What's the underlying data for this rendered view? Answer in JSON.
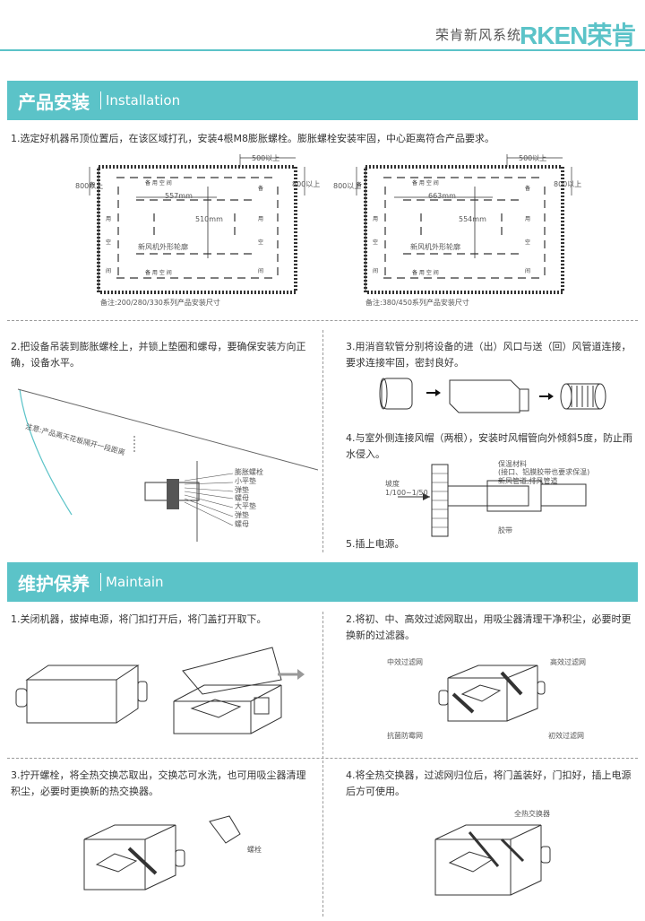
{
  "header": {
    "brand_text": "荣肯新风系统",
    "logo": "RKEN荣肯"
  },
  "installation": {
    "title_cn": "产品安装",
    "title_en": "Installation",
    "step1": "1.选定好机器吊顶位置后，在该区域打孔，安装4根M8膨胀螺栓。膨胀螺栓安装牢固，中心距离符合产品要求。",
    "diagram_left": {
      "label_top": "500以上",
      "label_side_l": "800以上",
      "label_side_r": "800以上",
      "width": "557mm",
      "height": "510mm",
      "outline": "新风机外形轮廓",
      "note": "备注:200/280/330系列产品安装尺寸",
      "fill_chars": [
        "备",
        "用",
        "空",
        "间"
      ]
    },
    "diagram_right": {
      "label_top": "500以上",
      "label_side_l": "800以上",
      "label_side_r": "800以上",
      "width": "663mm",
      "height": "554mm",
      "outline": "新风机外形轮廓",
      "note": "备注:380/450系列产品安装尺寸",
      "fill_chars": [
        "备",
        "用",
        "空",
        "间"
      ]
    },
    "step2": "2.把设备吊装到膨胀螺栓上，并锁上垫圈和螺母，要确保安装方向正确，设备水平。",
    "step2_note": "注意:产品离天花板隔开一段距离",
    "step2_parts": [
      "膨胀螺栓",
      "小平垫",
      "弹垫",
      "螺母",
      "大平垫",
      "弹垫",
      "螺母"
    ],
    "step3": "3.用消音软管分别将设备的进（出）风口与送（回）风管道连接，要求连接牢固，密封良好。",
    "step4": "4.与室外侧连接风帽（两根），安装时风帽管向外倾斜5度，防止雨水侵入。",
    "step4_labels": {
      "insulation": "保温材料",
      "insulation_note": "(接口、铝膜胶带也要求保温)",
      "pipe": "新风管道,排风管道",
      "slope": "坡度",
      "slope_value": "1/100~1/50",
      "tape": "胶带"
    },
    "step5": "5.插上电源。"
  },
  "maintain": {
    "title_cn": "维护保养",
    "title_en": "Maintain",
    "step1": "1.关闭机器，拔掉电源，将门扣打开后，将门盖打开取下。",
    "step2": "2.将初、中、高效过滤网取出，用吸尘器清理干净积尘，必要时更换新的过滤器。",
    "step2_labels": [
      "中效过滤网",
      "高效过滤网",
      "抗菌防霉网",
      "初效过滤网"
    ],
    "step3": "3.拧开螺栓，将全热交换芯取出，交换芯可水洗，也可用吸尘器清理积尘，必要时更换新的热交换器。",
    "step3_label": "螺栓",
    "step4": "4.将全热交换器，过滤网归位后，将门盖装好，门扣好，插上电源后方可使用。",
    "step4_label": "全热交换器"
  },
  "colors": {
    "accent": "#5bc3c8",
    "line": "#333333"
  }
}
